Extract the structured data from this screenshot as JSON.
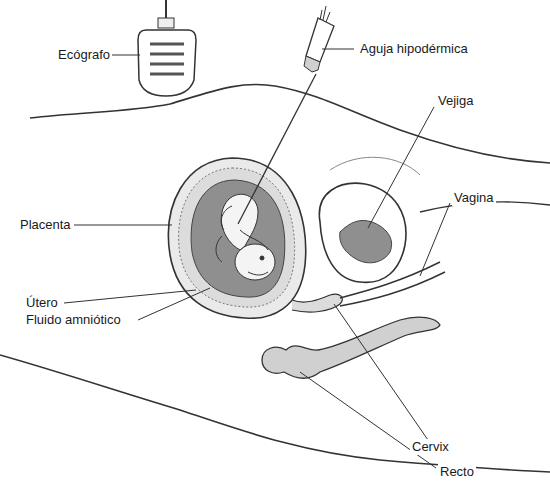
{
  "diagram": {
    "labels": [
      "Ecógrafo",
      "Aguja hipodérmica",
      "Vejiga",
      "Vagina",
      "Placenta",
      "Útero",
      "Fluido amniótico",
      "Cervix",
      "Recto"
    ]
  }
}
